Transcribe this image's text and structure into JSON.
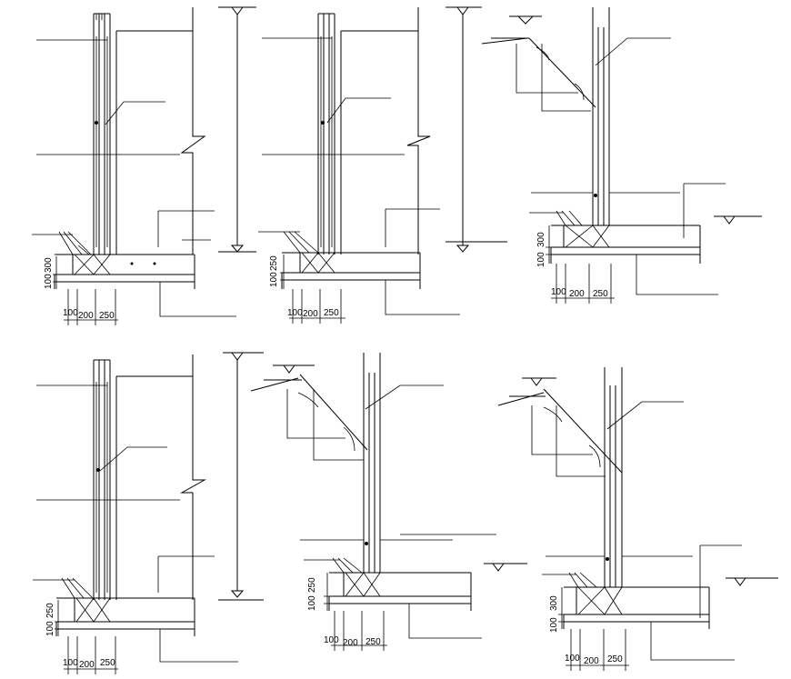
{
  "details": [
    {
      "id": "d1",
      "horizontal_dims": [
        "100",
        "200",
        "250"
      ],
      "vertical_dims": [
        "300",
        "100"
      ]
    },
    {
      "id": "d2",
      "horizontal_dims": [
        "100",
        "200",
        "250"
      ],
      "vertical_dims": [
        "250",
        "100"
      ]
    },
    {
      "id": "d3",
      "horizontal_dims": [
        "100",
        "200",
        "250"
      ],
      "vertical_dims": [
        "300",
        "100"
      ]
    },
    {
      "id": "d4",
      "horizontal_dims": [
        "100",
        "200",
        "250"
      ],
      "vertical_dims": [
        "250",
        "100"
      ]
    },
    {
      "id": "d5",
      "horizontal_dims": [
        "100",
        "200",
        "250"
      ],
      "vertical_dims": [
        "250",
        "100"
      ]
    },
    {
      "id": "d6",
      "horizontal_dims": [
        "100",
        "200",
        "250"
      ],
      "vertical_dims": [
        "300",
        "100"
      ]
    }
  ]
}
